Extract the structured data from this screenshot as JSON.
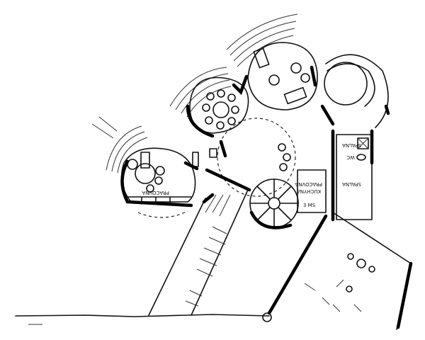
{
  "drawing": {
    "title": "Floor plan sketch",
    "ink_color": "#111111",
    "paper_color": "#ffffff",
    "room_labels": [
      "PRACOVNA",
      "PRACOVNA",
      "KUCHYNA",
      "SPALNA",
      "WC",
      "SPALNA",
      "3 MS"
    ]
  }
}
